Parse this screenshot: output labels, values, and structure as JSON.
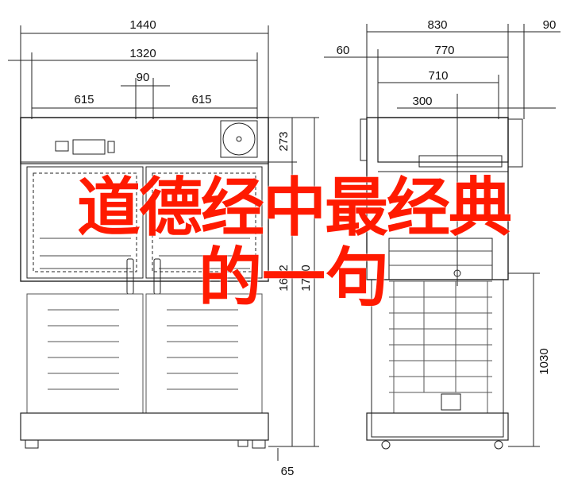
{
  "overlay": {
    "line1": "道德经中最经典",
    "line2": "的一句",
    "color": "#ff1a00"
  },
  "front_view": {
    "overall_width": "1440",
    "inner_width": "1320",
    "door_gap": "90",
    "left_door": "615",
    "right_door": "615",
    "top_panel_height": "273",
    "cabinet_height": "1612",
    "total_height": "1750",
    "foot_height": "65"
  },
  "side_view": {
    "depth": "830",
    "handle_depth": "90",
    "offset": "60",
    "inner_depth_1": "770",
    "inner_depth_2": "710",
    "shelf_depth": "300",
    "interior_height": "1030"
  }
}
